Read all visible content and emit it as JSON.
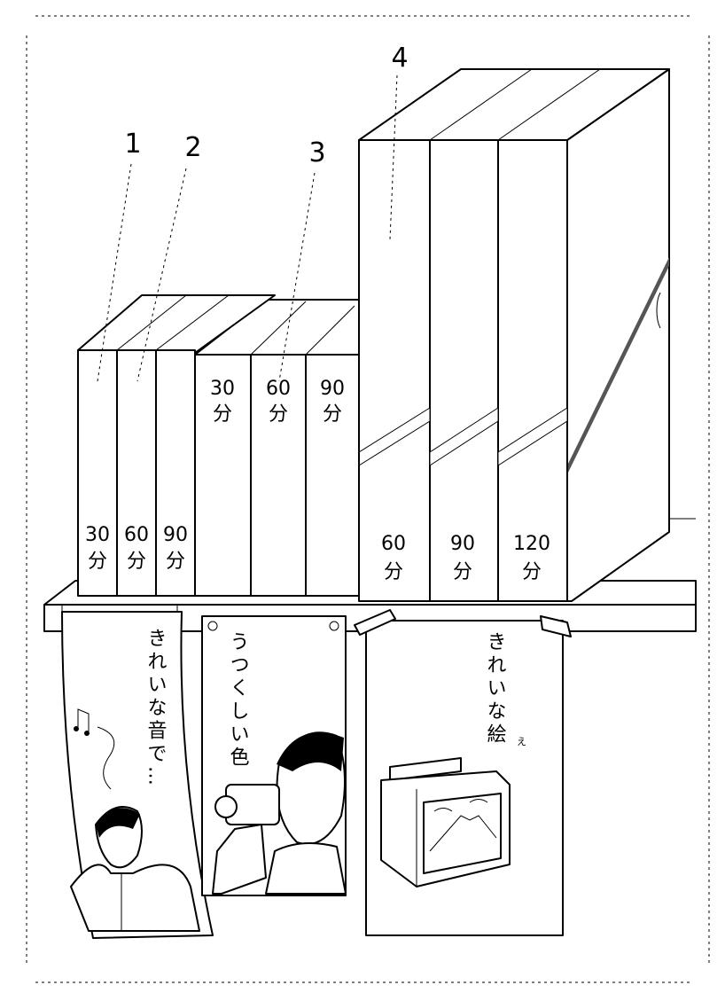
{
  "group_numbers": [
    "1",
    "2",
    "3",
    "4"
  ],
  "small_boxes": [
    {
      "minutes": "30",
      "unit": "分"
    },
    {
      "minutes": "60",
      "unit": "分"
    },
    {
      "minutes": "90",
      "unit": "分"
    }
  ],
  "medium_boxes": [
    {
      "minutes": "30",
      "unit": "分"
    },
    {
      "minutes": "60",
      "unit": "分"
    },
    {
      "minutes": "90",
      "unit": "分"
    }
  ],
  "large_boxes": [
    {
      "minutes": "60",
      "unit": "分"
    },
    {
      "minutes": "90",
      "unit": "分"
    },
    {
      "minutes": "120",
      "unit": "分"
    }
  ],
  "posters": {
    "sound": "きれいな音で…",
    "color": "うつくしい色",
    "picture": "きれいな絵",
    "picture_ruby": "え"
  }
}
